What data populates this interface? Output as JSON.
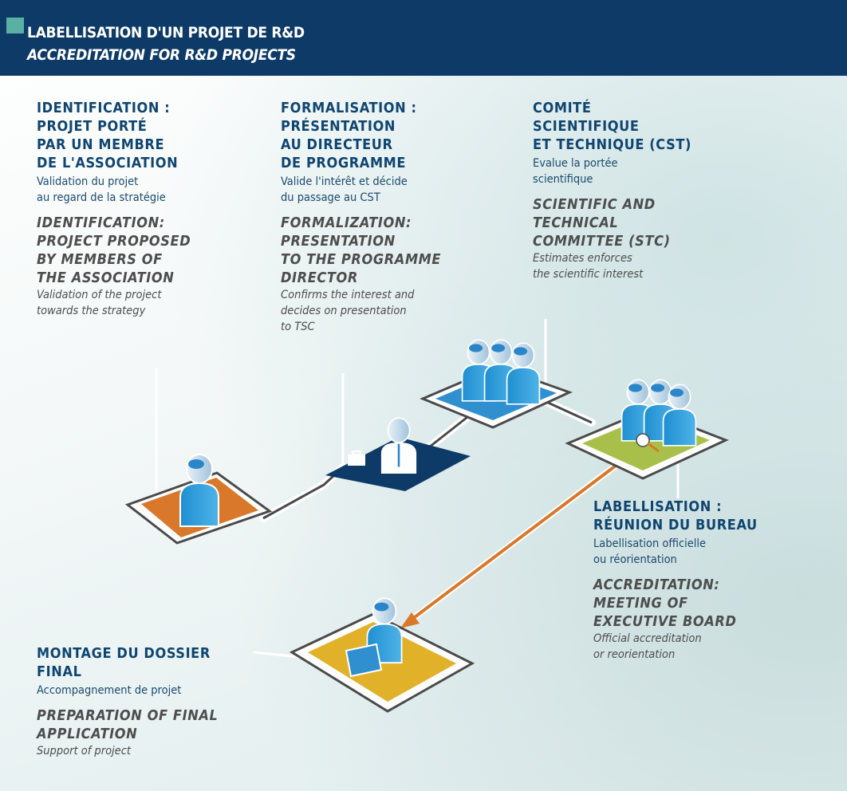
{
  "header": {
    "title": "LABELLISATION D'UN PROJET DE R&D",
    "subtitle": "ACCREDITATION FOR R&D PROJECTS",
    "colors": {
      "bar": "#0d3a66",
      "accent": "#5bb0a4"
    }
  },
  "steps": [
    {
      "title_fr": "IDENTIFICATION :\nPROJET PORTÉ\nPAR UN MEMBRE\nDE L'ASSOCIATION",
      "desc_fr": "Validation du projet\nau regard de la stratégie",
      "title_en": "IDENTIFICATION:\nPROJECT PROPOSED\nBY MEMBERS OF\nTHE ASSOCIATION",
      "desc_en": "Validation of the project\ntowards the strategy"
    },
    {
      "title_fr": "FORMALISATION :\nPRÉSENTATION\nAU DIRECTEUR\nDE PROGRAMME",
      "desc_fr": "Valide l'intérêt et décide\ndu passage au CST",
      "title_en": "FORMALIZATION:\nPRESENTATION\nTO THE PROGRAMME\nDIRECTOR",
      "desc_en": "Confirms the interest and\ndecides on presentation\nto TSC"
    },
    {
      "title_fr": "COMITÉ\nSCIENTIFIQUE\nET TECHNIQUE (CST)",
      "desc_fr": "Evalue la portée\nscientifique",
      "title_en": "SCIENTIFIC AND\nTECHNICAL\nCOMMITTEE (STC)",
      "desc_en": "Estimates enforces\nthe scientific interest"
    },
    {
      "title_fr": "LABELLISATION :\nRÉUNION DU BUREAU",
      "desc_fr": "Labellisation officielle\nou réorientation",
      "title_en": "ACCREDITATION:\nMEETING OF\nEXECUTIVE BOARD",
      "desc_en": "Official accreditation\nor reorientation"
    },
    {
      "title_fr": "MONTAGE DU DOSSIER\nFINAL",
      "desc_fr": "Accompagnement de projet",
      "title_en": "PREPARATION OF FINAL\nAPPLICATION",
      "desc_en": "Support of project"
    }
  ],
  "icons": [
    "person-icon",
    "director-icon",
    "committee-icon",
    "board-icon",
    "dossier-icon"
  ],
  "platform_colors": [
    "#d9782a",
    "#0d3a66",
    "#2f8fcf",
    "#a8c04a",
    "#e2b12a"
  ],
  "arrow_color": "#d9782a"
}
